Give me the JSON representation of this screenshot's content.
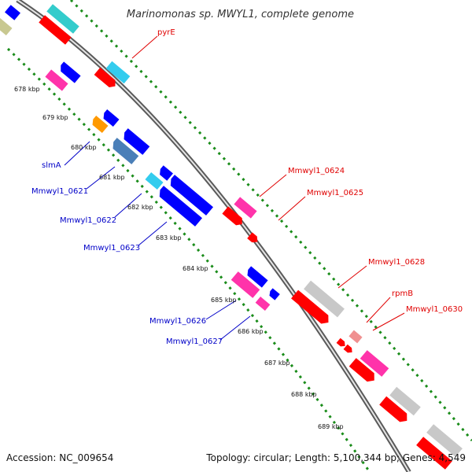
{
  "title": "Marinomonas sp. MWYL1, complete genome",
  "footer": {
    "accession": "Accession: NC_009654",
    "topology": "Topology: circular; Length: 5,100,344 bp; Genes: 4,549"
  },
  "kbp_labels": [
    "678 kbp",
    "679 kbp",
    "680 kbp",
    "681 kbp",
    "682 kbp",
    "683 kbp",
    "684 kbp",
    "685 kbp",
    "686 kbp",
    "687 kbp",
    "688 kbp",
    "689 kbp"
  ],
  "forward_labels": [
    "pyrE",
    "Mmwyl1_0624",
    "Mmwyl1_0625",
    "Mmwyl1_0628",
    "rpmB",
    "Mmwyl1_0630"
  ],
  "reverse_labels": [
    "slmA",
    "Mmwyl1_0621",
    "Mmwyl1_0622",
    "Mmwyl1_0623",
    "Mmwyl1_0626",
    "Mmwyl1_0627"
  ],
  "colors": {
    "backbone": "#8c8c8c",
    "ticks": "#1a8c1a",
    "cds_forward": "#ff0000",
    "cds_reverse": "#0000ff",
    "gene_magenta": "#ff33aa",
    "gene_cyan": "#33ccee",
    "gene_teal": "#33cccc",
    "gene_orange": "#ff9900",
    "gene_steel": "#4a7fb8",
    "gene_gray": "#c8c8c8",
    "gene_pink": "#f09090",
    "gene_olive": "#c8c890",
    "label_forward": "#e00000",
    "label_reverse": "#0000c8"
  }
}
